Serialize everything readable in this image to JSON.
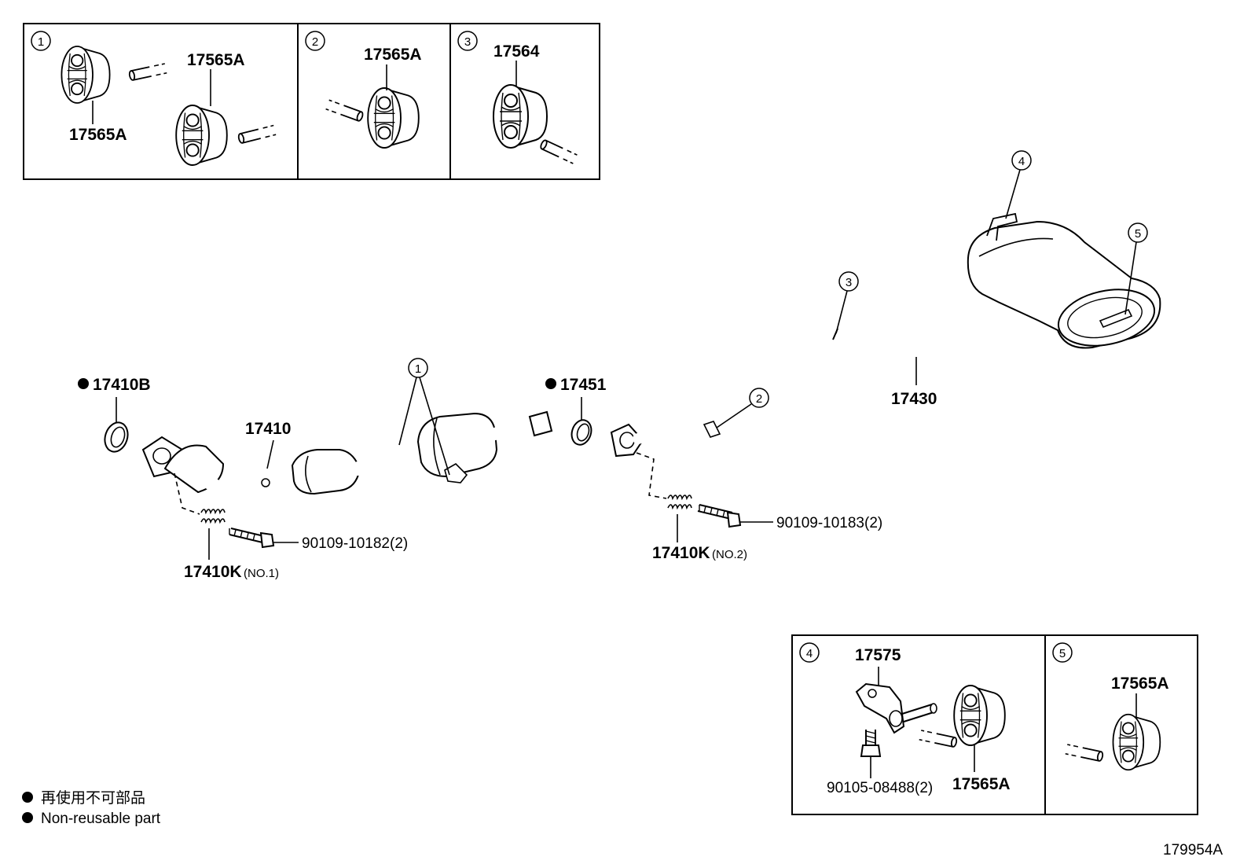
{
  "diagram": {
    "panels": [
      {
        "num": "1",
        "labels": [
          "17565A",
          "17565A"
        ]
      },
      {
        "num": "2",
        "labels": [
          "17565A"
        ]
      },
      {
        "num": "3",
        "labels": [
          "17564"
        ]
      },
      {
        "num": "4",
        "labels": [
          "17575",
          "90105-08488(2)",
          "17565A"
        ]
      },
      {
        "num": "5",
        "labels": [
          "17565A"
        ]
      }
    ],
    "parts": {
      "gasket_front": "17410B",
      "gasket_center": "17451",
      "front_pipe": "17410",
      "tail_pipe": "17430",
      "spring_no1": "17410K",
      "spring_no1_sub": "(NO.1)",
      "spring_no2": "17410K",
      "spring_no2_sub": "(NO.2)",
      "bolt_1": "90109-10182(2)",
      "bolt_2": "90109-10183(2)"
    },
    "callouts": [
      "1",
      "2",
      "3",
      "4",
      "5"
    ],
    "legend": {
      "line_jp": "再使用不可部品",
      "line_en": "Non-reusable part"
    },
    "code": "179954A"
  }
}
